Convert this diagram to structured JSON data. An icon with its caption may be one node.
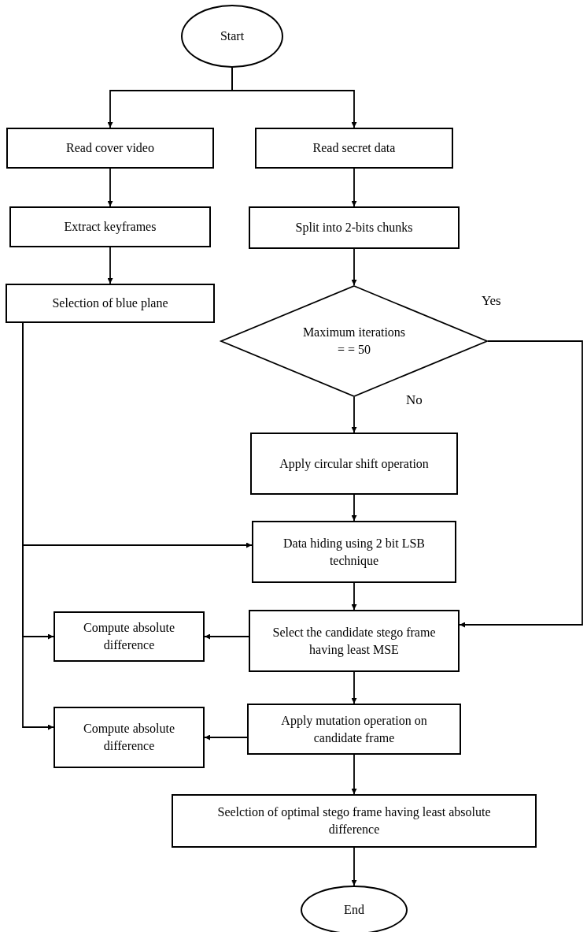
{
  "diagram": {
    "nodes": [
      {
        "text": [
          "Start"
        ]
      },
      {
        "text": [
          "Read cover video"
        ]
      },
      {
        "text": [
          "Read secret data"
        ]
      },
      {
        "text": [
          "Extract keyframes"
        ]
      },
      {
        "text": [
          "Split into 2-bits chunks"
        ]
      },
      {
        "text": [
          "Selection of blue plane"
        ]
      },
      {
        "text": [
          "Maximum iterations = = 50"
        ]
      },
      {
        "text": [
          "Apply circular shift operation"
        ]
      },
      {
        "text": [
          "Data hiding using 2 bit LSB technique"
        ]
      },
      {
        "text": [
          "Select the candidate stego frame having least MSE"
        ]
      },
      {
        "text": [
          "Compute absolute difference"
        ]
      },
      {
        "text": [
          "Apply mutation operation on candidate frame"
        ]
      },
      {
        "text": [
          "Compute absolute difference"
        ]
      },
      {
        "text": [
          "Seelction of optimal stego frame having least absolute difference"
        ]
      },
      {
        "text": [
          "End"
        ]
      }
    ],
    "edges": [
      {
        "from": 0,
        "to": 1,
        "arrow": "to"
      },
      {
        "from": 0,
        "to": 2,
        "arrow": "to"
      },
      {
        "from": 1,
        "to": 3,
        "arrow": "to"
      },
      {
        "from": 3,
        "to": 5,
        "arrow": "to"
      },
      {
        "from": 2,
        "to": 4,
        "arrow": "to"
      },
      {
        "from": 4,
        "to": 6,
        "arrow": "to"
      },
      {
        "from": 6,
        "to": 7,
        "arrow": "to",
        "label": "No"
      },
      {
        "from": 6,
        "to": 9,
        "arrow": "to",
        "label": "Yes"
      },
      {
        "from": 7,
        "to": 8,
        "arrow": "to"
      },
      {
        "from": 5,
        "to": 8,
        "arrow": "to"
      },
      {
        "from": 8,
        "to": 9,
        "arrow": "to"
      },
      {
        "from": 5,
        "to": 10,
        "arrow": "to"
      },
      {
        "from": 9,
        "to": 10,
        "arrow": "to"
      },
      {
        "from": 9,
        "to": 11,
        "arrow": "to"
      },
      {
        "from": 5,
        "to": 12,
        "arrow": "to"
      },
      {
        "from": 11,
        "to": 12,
        "arrow": "to"
      },
      {
        "from": 11,
        "to": 13,
        "arrow": "to"
      },
      {
        "from": 13,
        "to": 14,
        "arrow": "to"
      }
    ]
  }
}
